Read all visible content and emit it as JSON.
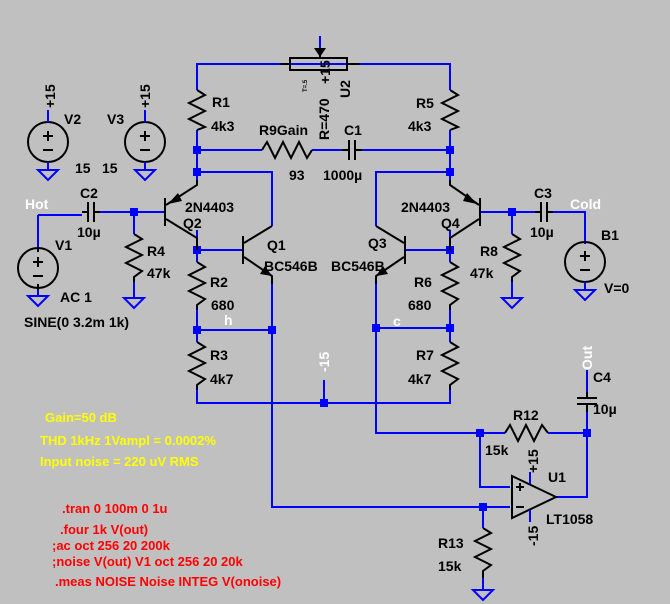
{
  "nets": {
    "hot": "Hot",
    "cold": "Cold",
    "h": "h",
    "c": "c",
    "out": "Out"
  },
  "supply": {
    "pos": "+15",
    "neg": "-15"
  },
  "components": {
    "R1": {
      "name": "R1",
      "value": "4k3"
    },
    "R2": {
      "name": "R2",
      "value": "680"
    },
    "R3": {
      "name": "R3",
      "value": "4k7"
    },
    "R4": {
      "name": "R4",
      "value": "47k"
    },
    "R5": {
      "name": "R5",
      "value": "4k3"
    },
    "R6": {
      "name": "R6",
      "value": "680"
    },
    "R7": {
      "name": "R7",
      "value": "4k7"
    },
    "R8": {
      "name": "R8",
      "value": "47k"
    },
    "R9": {
      "name": "R9Gain",
      "value": "93"
    },
    "R12": {
      "name": "R12",
      "value": "15k"
    },
    "R13": {
      "name": "R13",
      "value": "15k"
    },
    "C1": {
      "name": "C1",
      "value": "1000µ"
    },
    "C2": {
      "name": "C2",
      "value": "10µ"
    },
    "C3": {
      "name": "C3",
      "value": "10µ"
    },
    "C4": {
      "name": "C4",
      "value": "10µ"
    },
    "Q1": {
      "name": "Q1",
      "value": "BC546B"
    },
    "Q2": {
      "name": "Q2",
      "value": "2N4403"
    },
    "Q3": {
      "name": "Q3",
      "value": "BC546B"
    },
    "Q4": {
      "name": "Q4",
      "value": "2N4403"
    },
    "V1": {
      "name": "V1",
      "value": "AC 1",
      "value2": "SINE(0 3.2m 1k)"
    },
    "V2": {
      "name": "V2",
      "value": "15"
    },
    "V3": {
      "name": "V3",
      "value": "15"
    },
    "B1": {
      "name": "B1",
      "value": "V=0"
    },
    "U1": {
      "name": "U1",
      "value": "LT1058"
    },
    "U2": {
      "name": "U2",
      "value": "R=470",
      "tap": "T=.5"
    }
  },
  "notes": [
    "Gain=50 dB",
    "THD 1kHz 1Vampl = 0.0002%",
    "Input noise = 220 uV RMS"
  ],
  "commands": [
    ".tran 0 100m 0 1u",
    ".four 1k V(out)",
    ";ac oct 256 20 200k",
    ";noise V(out) V1 oct 256 20 20k",
    ".meas NOISE Noise INTEG V(onoise)"
  ],
  "colors": {
    "background": "#c0c0c0",
    "wire": "#0000ff",
    "component": "#000000",
    "net_label": "#ffffff",
    "note": "#ffff00",
    "directive": "#ff0000"
  }
}
